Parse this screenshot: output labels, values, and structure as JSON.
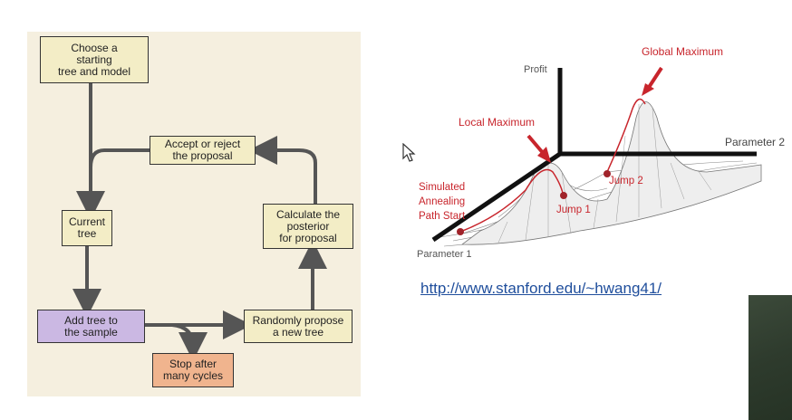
{
  "flowchart": {
    "choose": "Choose a\nstarting\ntree and model",
    "accept": "Accept or reject\nthe proposal",
    "current": "Current\ntree",
    "calculate": "Calculate the\nposterior\nfor proposal",
    "add": "Add tree to\nthe sample",
    "propose": "Randomly propose\na new tree",
    "stop": "Stop after\nmany cycles"
  },
  "landscape": {
    "profit": "Profit",
    "global_max": "Global Maximum",
    "local_max": "Local Maximum",
    "parameter_2": "Parameter 2",
    "parameter_1": "Parameter 1",
    "sa_line1": "Simulated",
    "sa_line2": "Annealing",
    "sa_line3": "Path Start",
    "jump1": "Jump 1",
    "jump2": "Jump 2"
  },
  "link": {
    "url": "http://www.stanford.edu/~hwang41/"
  },
  "colors": {
    "label_red": "#c8252c",
    "add_box": "#cbb8e3",
    "stop_box": "#f0b48e",
    "box_fill": "#f3edc6"
  }
}
